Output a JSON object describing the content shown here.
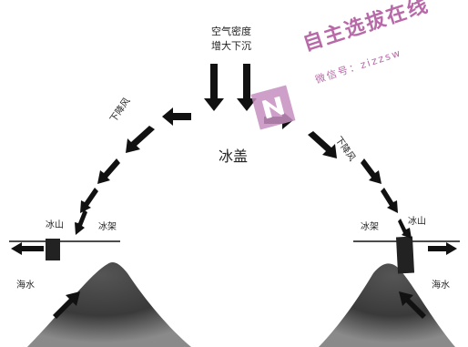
{
  "labels": {
    "air_line1": "空气密度",
    "air_line2": "增大下沉",
    "downwind_left": "下降风",
    "downwind_right": "下降风",
    "ice_cap": "冰盖",
    "iceberg_left": "冰山",
    "ice_shelf_left": "冰架",
    "ice_shelf_right": "冰架",
    "iceberg_right": "冰山",
    "seawater_left": "海水",
    "seawater_right": "海水"
  },
  "watermark": {
    "brand": "自主选拔在线",
    "wechat": "微信号：zizzsw",
    "color": "#b86aa8"
  }
}
